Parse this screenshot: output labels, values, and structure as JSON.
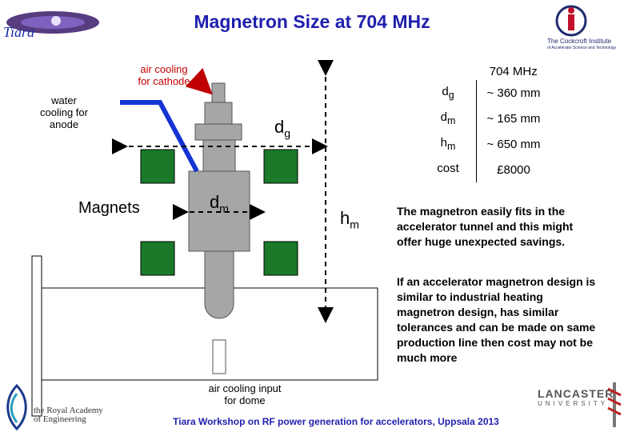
{
  "title": "Magnetron Size at 704 MHz",
  "logos": {
    "tiara": "Tiara",
    "cockcroft_lines": [
      "The Cockcroft Institute",
      "of Accelerator Science and Technology"
    ],
    "royal_academy_lines": [
      "the Royal Academy",
      "of Engineering"
    ],
    "lancaster_lines": [
      "LANCASTER",
      "UNIVERSITY"
    ]
  },
  "diagram": {
    "air_cooling_cathode": "air cooling\nfor cathode",
    "water_cooling_anode": "water\ncooling for\nanode",
    "magnets": "Magnets",
    "air_cooling_dome": "air cooling input\nfor dome",
    "dg_main": "d",
    "dg_sub": "g",
    "dm_main": "d",
    "dm_sub": "m",
    "hm_main": "h",
    "hm_sub": "m"
  },
  "spec_table": {
    "header": "704 MHz",
    "rows": [
      {
        "param_main": "d",
        "param_sub": "g",
        "value": "~ 360 mm"
      },
      {
        "param_main": "d",
        "param_sub": "m",
        "value": "~ 165 mm"
      },
      {
        "param_main": "h",
        "param_sub": "m",
        "value": "~ 650 mm"
      },
      {
        "param_main": "cost",
        "param_sub": "",
        "value": "£8000"
      }
    ]
  },
  "paragraphs": [
    "The magnetron easily fits in the accelerator tunnel and this might offer huge unexpected savings.",
    "If an accelerator magnetron design is similar to industrial heating magnetron design, has similar tolerances and can be made on same production line then cost may not be much more"
  ],
  "footer": "Tiara Workshop on RF power generation for accelerators, Uppsala  2013",
  "colors": {
    "title": "#1f1fae",
    "red_label": "#c00000",
    "magnet_green": "#1a7a2a",
    "body_gray": "#a6a6a6",
    "water_pipe_blue": "#1434d4"
  }
}
